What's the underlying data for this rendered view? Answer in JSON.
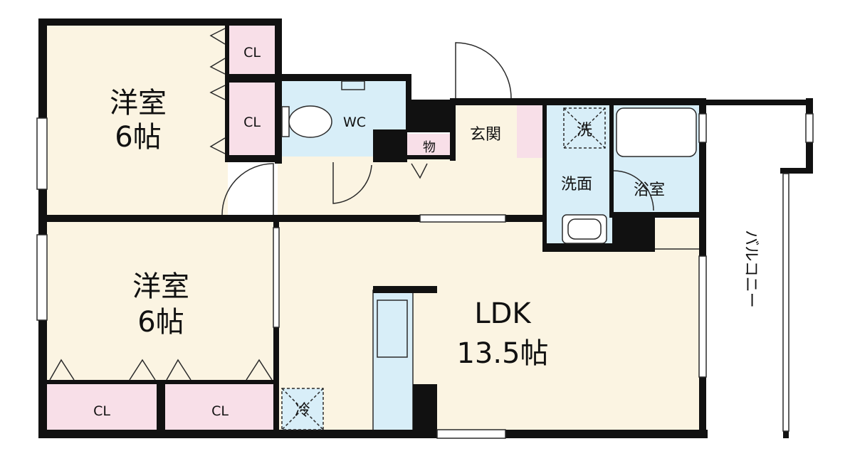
{
  "rooms": {
    "bedroom_north": {
      "name": "洋室",
      "size": "6帖"
    },
    "bedroom_south": {
      "name": "洋室",
      "size": "6帖"
    },
    "ldk": {
      "name": "LDK",
      "size": "13.5帖"
    }
  },
  "labels": {
    "closet": "CL",
    "toilet": "WC",
    "storage": "物",
    "entrance": "玄関",
    "washer": "洗",
    "washroom": "洗面",
    "bathroom": "浴室",
    "fridge": "冷",
    "balcony": "バルコニー"
  },
  "colors": {
    "wall": "#111111",
    "room_fill": "#fbf4e2",
    "wet_fill": "#d8eef8",
    "closet_fill": "#f8dfe8",
    "fixture_line": "#2a2a2a"
  }
}
